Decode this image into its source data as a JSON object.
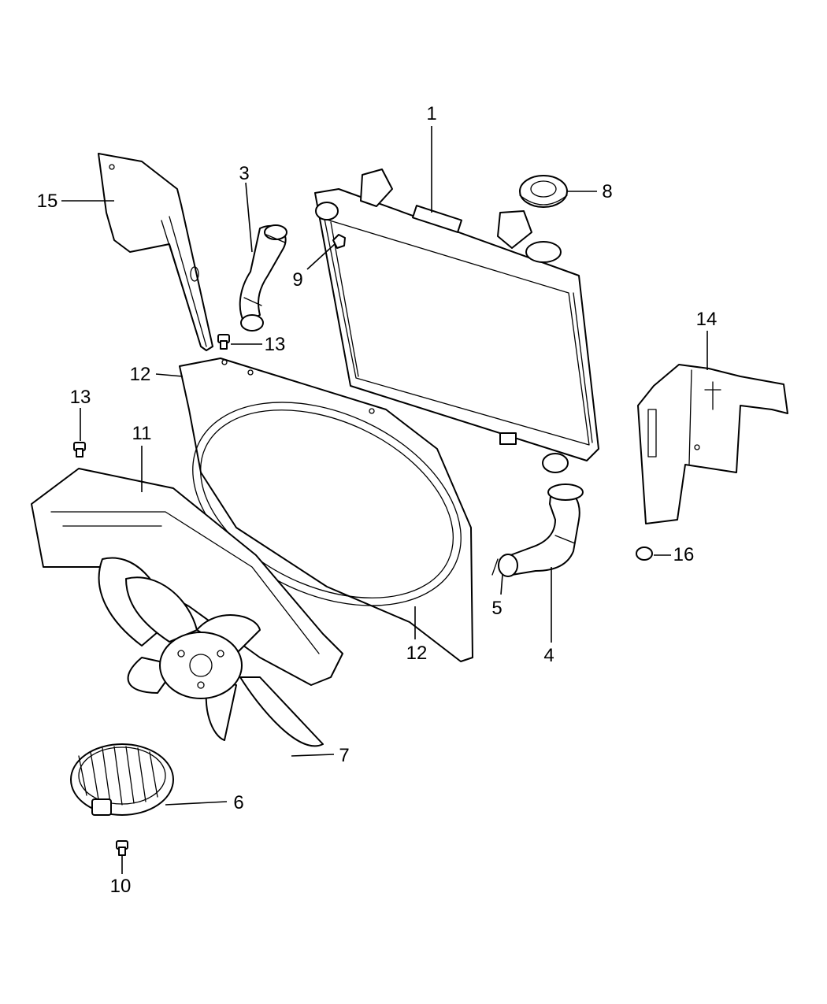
{
  "diagram": {
    "callouts": {
      "c1": "1",
      "c3": "3",
      "c4": "4",
      "c5": "5",
      "c6": "6",
      "c7": "7",
      "c8": "8",
      "c9": "9",
      "c10": "10",
      "c11": "11",
      "c12a": "12",
      "c12b": "12",
      "c13a": "13",
      "c13b": "13",
      "c14": "14",
      "c15": "15",
      "c16": "16"
    },
    "colors": {
      "line": "#000000",
      "background": "#ffffff"
    }
  }
}
